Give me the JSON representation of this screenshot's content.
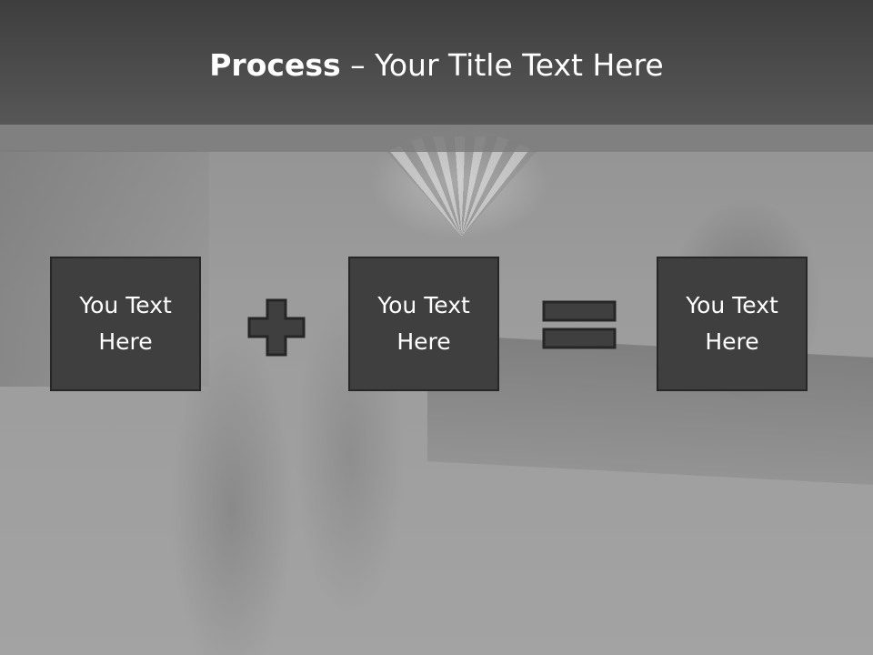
{
  "slide": {
    "title_bold": "Process",
    "title_rest": " – Your Title Text Here"
  },
  "process": {
    "boxes": [
      {
        "text": "You Text Here"
      },
      {
        "text": "You Text Here"
      },
      {
        "text": "You Text Here"
      }
    ],
    "operators": [
      "plus-icon",
      "equals-icon"
    ]
  },
  "colors": {
    "title_bar": "#4a4a4a",
    "box_fill": "#3f3f3f",
    "box_border": "#262626",
    "text": "#ffffff"
  }
}
